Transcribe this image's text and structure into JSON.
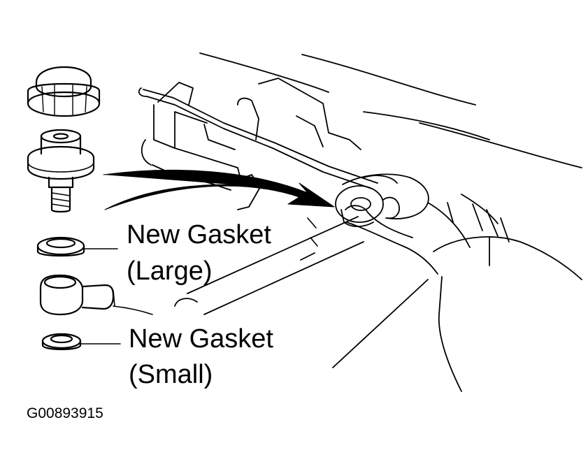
{
  "labels": {
    "large_gasket_line1": "New Gasket",
    "large_gasket_line2": "(Large)",
    "small_gasket_line1": "New Gasket",
    "small_gasket_line2": "(Small)"
  },
  "figure_id": "G00893915",
  "colors": {
    "ink": "#000000",
    "paper": "#ffffff"
  }
}
